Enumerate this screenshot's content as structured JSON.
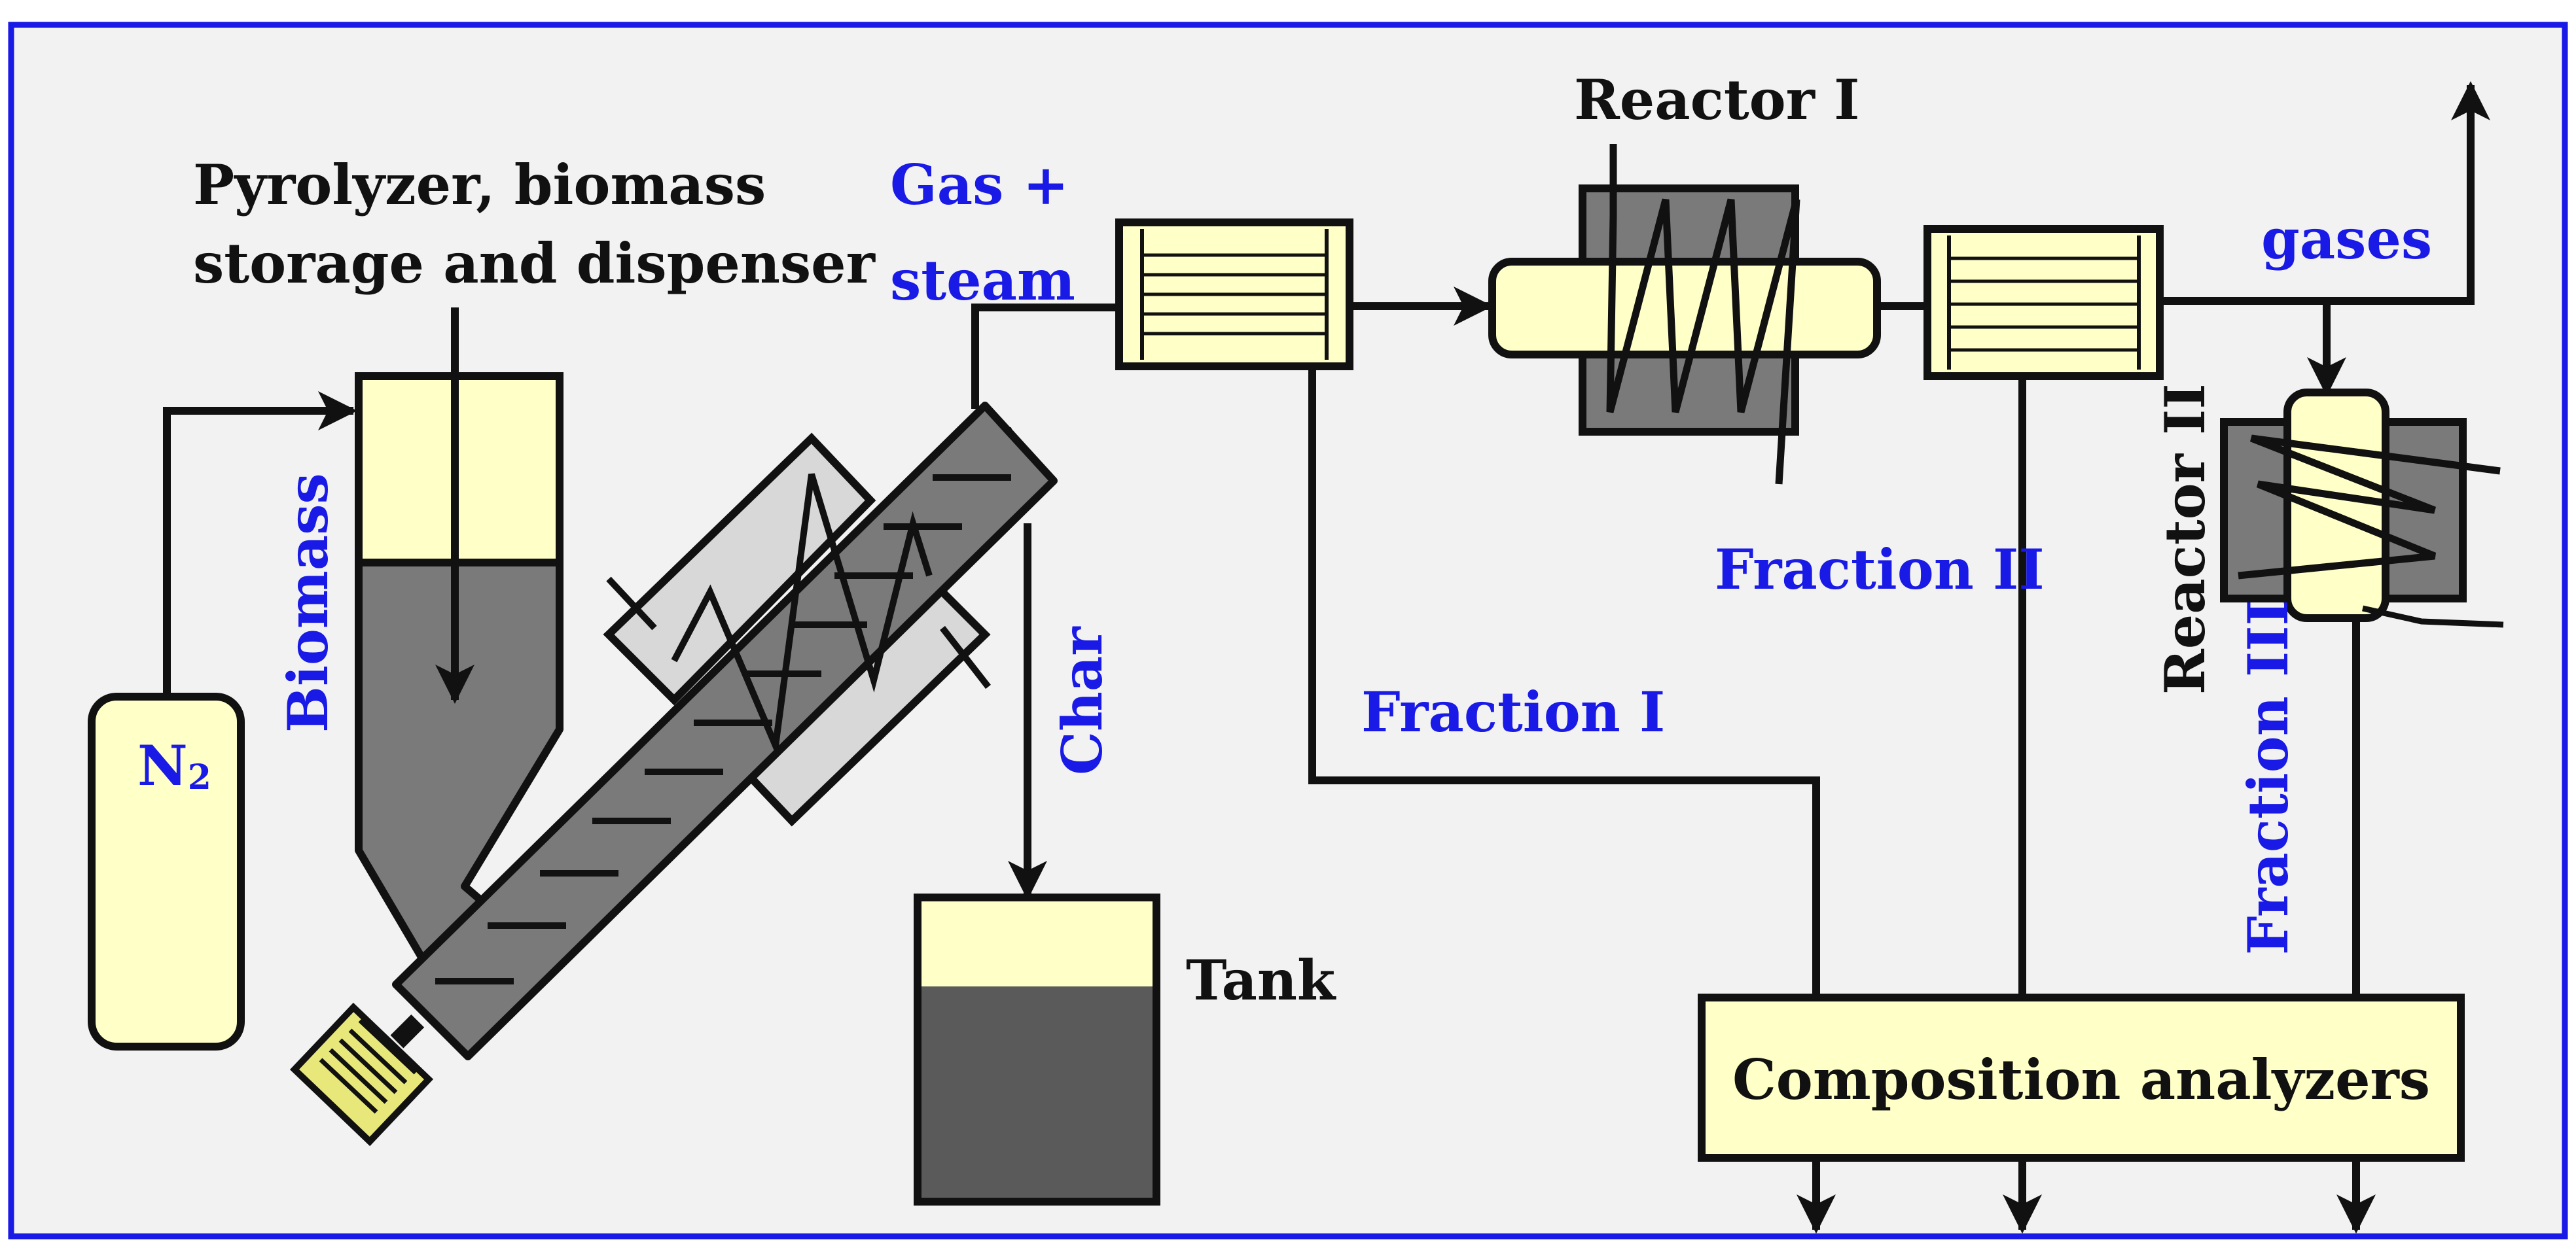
{
  "labels": {
    "pyrolyzer_line1": "Pyrolyzer, biomass",
    "pyrolyzer_line2": "storage and dispenser",
    "gas_steam_line1": "Gas +",
    "gas_steam_line2": "steam",
    "reactor1": "Reactor I",
    "reactor2": "Reactor II",
    "gases": "gases",
    "biomass": "Biomass",
    "n2_main": "N",
    "n2_sub": "2",
    "char": "Char",
    "tank": "Tank",
    "fraction1": "Fraction I",
    "fraction2": "Fraction II",
    "fraction3": "Fraction III",
    "analyzers": "Composition analyzers"
  },
  "colors": {
    "frame": "#1a1ae6",
    "background": "#f2f2f2",
    "label_blue": "#1a1ae6",
    "label_black": "#111111",
    "cream": "#ffffc8",
    "dark_gray": "#7a7a7a",
    "darker_gray": "#5a5a5a",
    "light_gray": "#d8d8d8",
    "line": "#111111"
  }
}
